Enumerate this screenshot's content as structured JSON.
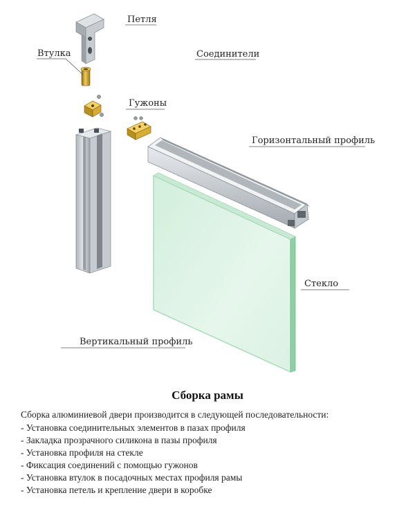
{
  "labels": {
    "hinge": "Петля",
    "bushing": "Втулка",
    "connectors": "Соединители",
    "nuts": "Гужоны",
    "horizontal_profile": "Горизонтальный профиль",
    "glass": "Стекло",
    "vertical_profile": "Вертикальный профиль"
  },
  "caption": {
    "title": "Сборка рамы",
    "intro": "Сборка алюминиевой двери производится в следующей последовательности:",
    "steps": [
      "- Установка соединительных элементов  в пазах профиля",
      "- Закладка прозрачного силикона в пазы профиля",
      "- Установка профиля на стекле",
      "- Фиксация соединений с помощью гужонов",
      "-  Установка втулок в посадочных местах профиля рамы",
      "- Установка петель  и крепление двери в коробке"
    ]
  },
  "colors": {
    "aluminum_light": "#d9dde1",
    "aluminum_mid": "#b5bbc1",
    "aluminum_dark": "#8c9298",
    "brass": "#c9a030",
    "glass_fill": "#dff2e6",
    "glass_edge": "#8fcfa6",
    "leader_line": "#555555"
  }
}
